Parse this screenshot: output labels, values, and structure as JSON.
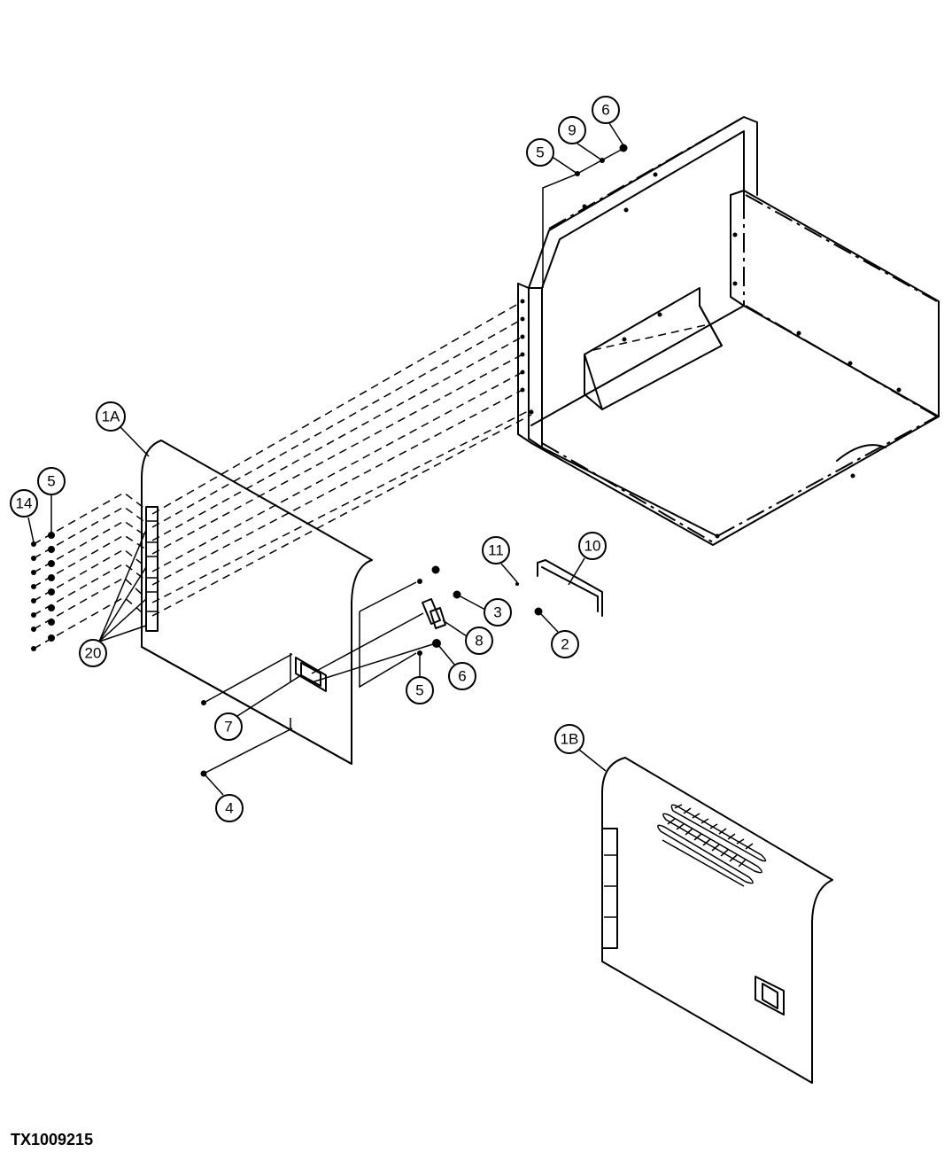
{
  "figure_code": "TX1009215",
  "callouts": [
    {
      "label": "6"
    },
    {
      "label": "9"
    },
    {
      "label": "5"
    },
    {
      "label": "1A"
    },
    {
      "label": "5"
    },
    {
      "label": "14"
    },
    {
      "label": "20"
    },
    {
      "label": "11"
    },
    {
      "label": "10"
    },
    {
      "label": "3"
    },
    {
      "label": "8"
    },
    {
      "label": "2"
    },
    {
      "label": "6"
    },
    {
      "label": "5"
    },
    {
      "label": "7"
    },
    {
      "label": "4"
    },
    {
      "label": "1B"
    }
  ]
}
